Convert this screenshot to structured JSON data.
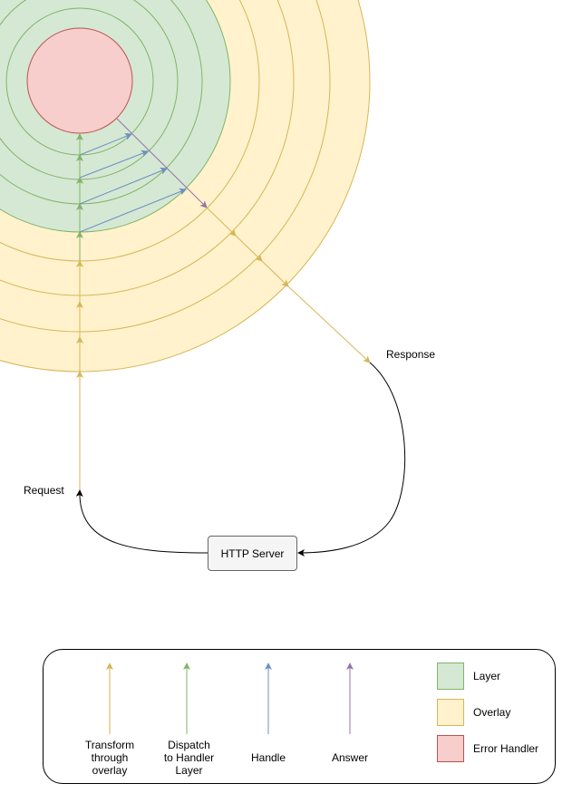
{
  "colors": {
    "layer_fill": "#d5e8d4",
    "layer_stroke": "#82b366",
    "overlay_fill": "#fff2cc",
    "overlay_stroke": "#d6b656",
    "error_fill": "#f8cecc",
    "error_stroke": "#b85450",
    "transform": "#d6b656",
    "dispatch": "#82b366",
    "handle": "#6c8ebf",
    "answer": "#9673a6",
    "connector": "#000000"
  },
  "labels": {
    "response": "Response",
    "request": "Request",
    "server": "HTTP Server"
  },
  "legend": {
    "arrows": [
      {
        "label": "Transform\nthrough\noverlay",
        "color": "#d6b656"
      },
      {
        "label": "Dispatch\nto Handler\nLayer",
        "color": "#82b366"
      },
      {
        "label": "Handle",
        "color": "#6c8ebf"
      },
      {
        "label": "Answer",
        "color": "#9673a6"
      }
    ],
    "swatches": [
      {
        "label": "Layer",
        "fill": "#d5e8d4",
        "stroke": "#82b366"
      },
      {
        "label": "Overlay",
        "fill": "#fff2cc",
        "stroke": "#d6b656"
      },
      {
        "label": "Error Handler",
        "fill": "#f8cecc",
        "stroke": "#b85450"
      }
    ]
  }
}
